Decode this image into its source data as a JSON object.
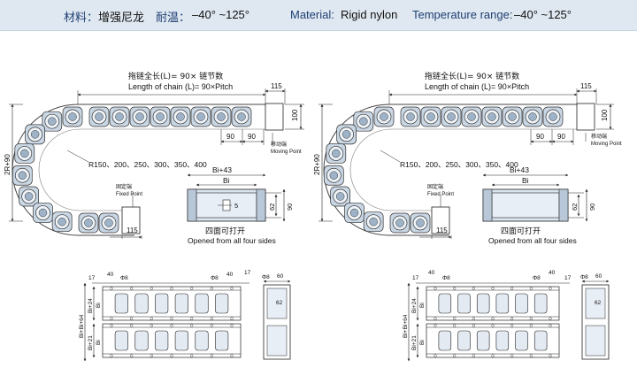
{
  "header": {
    "material_label_cn": "材料：",
    "material_value_cn": "增强尼龙",
    "temp_label_cn": "耐温：",
    "temp_value_cn": "–40° ~125°",
    "material_label_en": "Material:",
    "material_value_en": "Rigid nylon",
    "temp_label_en": "Temperature range:",
    "temp_value_en": "–40° ~125°"
  },
  "left_diagram": {
    "chain_length_cn": "拖链全长(L)= 90× 链节数",
    "chain_length_en": "Length of chain (L)= 90×Pitch",
    "dim_115_top": "115",
    "dim_100": "100",
    "pitch_1": "90",
    "pitch_2": "90",
    "moving_point_cn": "移动端",
    "moving_point_en": "Moving Point",
    "radius_list": "R150、200、250、300、350、400",
    "height_label": "2R+90",
    "fixed_point_cn": "固定端",
    "fixed_point_en": "Fixed Point",
    "dim_115_bottom": "115",
    "width_outer": "Bi+43",
    "width_inner": "Bi",
    "dim_5": "5",
    "dim_62": "62",
    "dim_90": "90",
    "opened_cn": "四面可打开",
    "opened_en": "Opened from all four sides"
  },
  "right_diagram": {
    "chain_length_cn": "拖链全长(L)= 90× 链节数",
    "chain_length_en": "Length of chain (L)= 90×Pitch",
    "dim_115_top": "115",
    "dim_100": "100",
    "pitch_1": "90",
    "pitch_2": "90",
    "moving_point_cn": "移动端",
    "moving_point_en": "Moving Point",
    "radius_list": "R150、200、250、300、350、400",
    "height_label": "2R+90",
    "fixed_point_cn": "固定端",
    "fixed_point_en": "Fixed Point",
    "dim_115_bottom": "115",
    "width_outer": "Bi+43",
    "width_inner": "Bi",
    "dim_62": "62",
    "dim_90": "90",
    "opened_cn": "四面可打开",
    "opened_en": "Opened from all four sides"
  },
  "left_bracket": {
    "dim_17a": "17",
    "dim_40a": "40",
    "hole_a": "Φ8",
    "hole_b": "Φ8",
    "dim_40b": "40",
    "dim_17b": "17",
    "total_height": "Bi+Bi+64",
    "bi_24": "Bi+24",
    "bi_21": "Bi+21",
    "bi_upper": "Bi",
    "bi_lower": "Bi",
    "side_hole": "Φ8",
    "side_60": "60",
    "side_62": "62"
  },
  "right_bracket": {
    "dim_17a": "17",
    "dim_40a": "40",
    "hole_a": "Φ8",
    "hole_b": "Φ8",
    "dim_40b": "40",
    "dim_17b": "17",
    "total_height": "Bi+Bi+64",
    "bi_24": "Bi+24",
    "bi_21": "Bi+21",
    "bi_upper": "Bi",
    "bi_lower": "Bi",
    "side_hole": "Φ8",
    "side_60": "60",
    "side_62": "62"
  }
}
